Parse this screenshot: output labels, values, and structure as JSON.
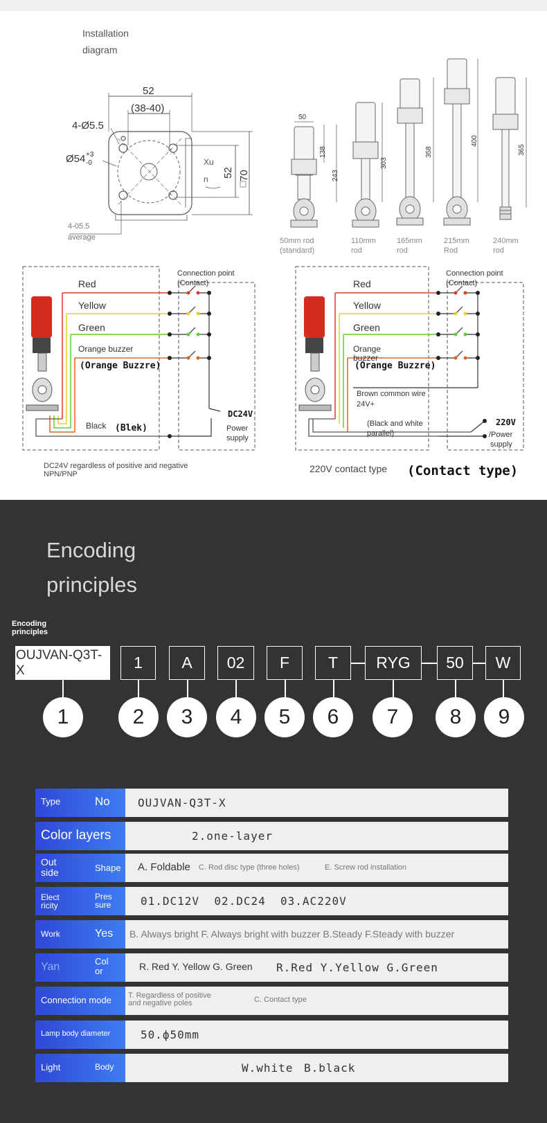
{
  "installation": {
    "title_line1": "Installation",
    "title_line2": "diagram",
    "dim_52_top": "52",
    "dim_38_40": "(38-40)",
    "dim_holes": "4-Ø5.5",
    "dim_dia": "Ø54",
    "dim_dia_sup": "+3",
    "dim_dia_sub": "-0",
    "dim_xu": "Xu",
    "dim_n": "n",
    "dim_52_side": "52",
    "dim_70": "70",
    "note_line1": "4-05.5",
    "note_line2": "average"
  },
  "rods": {
    "width_label": "50",
    "heights": [
      "138",
      "243",
      "303",
      "358",
      "400",
      "365"
    ],
    "labels": [
      {
        "line1": "50mm rod",
        "line2": "(standard)"
      },
      {
        "line1": "110mm",
        "line2": "rod"
      },
      {
        "line1": "165mm",
        "line2": "rod"
      },
      {
        "line1": "215mm",
        "line2": "Rod"
      },
      {
        "line1": "240mm",
        "line2": "rod"
      }
    ]
  },
  "wiring_left": {
    "connection_line1": "Connection point",
    "connection_line2": "(Contact)",
    "red": "Red",
    "yellow": "Yellow",
    "green": "Green",
    "orange": "Orange buzzer",
    "orange_bold": "(Orange Buzzre)",
    "black": "Black",
    "black_bold": "(Blek)",
    "voltage": "DC24V",
    "power1": "Power",
    "power2": "supply",
    "caption_line1": "DC24V regardless of positive and negative",
    "caption_line2": "NPN/PNP"
  },
  "wiring_right": {
    "connection_line1": "Connection point",
    "connection_line2": "(Contact)",
    "red": "Red",
    "yellow": "Yellow",
    "green": "Green",
    "orange1": "Orange",
    "orange2": "buzzer",
    "orange_bold": "(Orange Buzzre)",
    "brown_line1": "Brown common wire",
    "brown_line2": "24V+",
    "bw_line1": "(Black and white",
    "bw_line2": "parallel)",
    "voltage": "220V",
    "power1": "/Power",
    "power2": "supply",
    "caption": "220V contact type",
    "caption_bold": "(Contact type)"
  },
  "encoding": {
    "title_line1": "Encoding",
    "title_line2": "principles",
    "small_line1": "Encoding",
    "small_line2": "principles",
    "codes": [
      "OUJVAN-Q3T-X",
      "1",
      "A",
      "02",
      "F",
      "T",
      "RYG",
      "50",
      "W"
    ],
    "numbers": [
      "1",
      "2",
      "3",
      "4",
      "5",
      "6",
      "7",
      "8",
      "9"
    ]
  },
  "specs": [
    {
      "h1": "Type",
      "h2": "No",
      "text": "OUJVAN-Q3T-X"
    },
    {
      "h1": "Color layers",
      "h2": "",
      "text": "2.one-layer"
    },
    {
      "h1": "Out side",
      "h2": "Shape",
      "a": "A. Foldable",
      "b": "C. Rod disc type (three holes)",
      "c": "E. Screw rod installation"
    },
    {
      "h1": "Elect ricity",
      "h2": "Pres sure",
      "text": "01.DC12V  02.DC24  03.AC220V"
    },
    {
      "h1": "Work",
      "h2": "Yes",
      "text": "B. Always bright F. Always bright with buzzer B.Steady F.Steady with buzzer"
    },
    {
      "h1": "Yan",
      "h2": "Col or",
      "a": "R. Red Y. Yellow G. Green",
      "b": "R.Red Y.Yellow G.Green"
    },
    {
      "h1": "Connection mode",
      "h2": "",
      "a_line1": "T. Regardless of positive",
      "a_line2": "and negative poles",
      "b": "C. Contact type"
    },
    {
      "h1": "Lamp body diameter",
      "h2": "",
      "text": "50.ф50mm"
    },
    {
      "h1": "Light",
      "h2": "Body",
      "a": "W.white",
      "b": "B.black"
    }
  ],
  "colors": {
    "wire_red": "#e8342a",
    "wire_yellow": "#e7d31c",
    "wire_green": "#5fcf2f",
    "wire_orange": "#e8601c",
    "spec_head_blue": "#3f7cf2",
    "dark_bg": "#333333"
  }
}
